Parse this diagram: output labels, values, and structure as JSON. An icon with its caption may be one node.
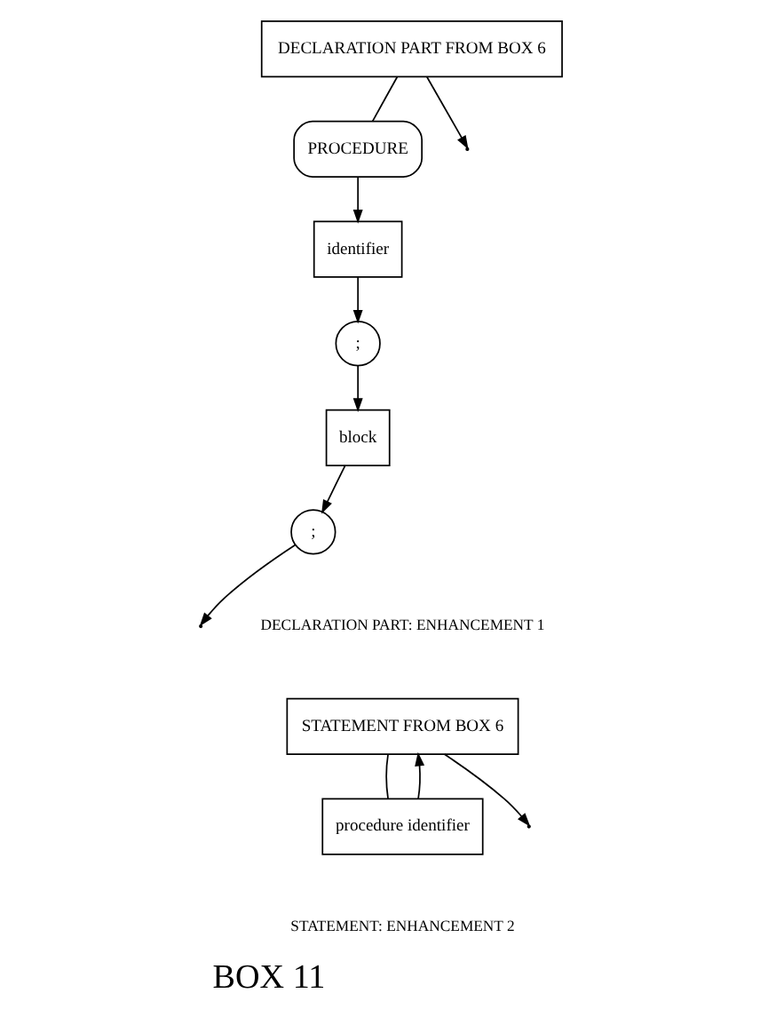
{
  "diagram": {
    "title": "BOX 11",
    "nodes": [
      {
        "text": [
          "DECLARATION PART FROM BOX 6"
        ]
      },
      {
        "text": [
          ";"
        ]
      },
      {
        "text": [
          "block"
        ]
      },
      {
        "text": [
          ";"
        ]
      },
      {
        "text": [
          "PROCEDURE"
        ]
      },
      {
        "text": [
          "identifier"
        ]
      },
      {
        "text": [
          "STATEMENT FROM BOX 6"
        ]
      },
      {
        "text": [
          "procedure identifier"
        ]
      }
    ],
    "edges": [
      {
        "from": 0,
        "to": null,
        "arrow": "to"
      },
      {
        "from": 0,
        "to": 4,
        "arrow": "none"
      },
      {
        "from": 4,
        "to": 5,
        "arrow": "to"
      },
      {
        "from": 5,
        "to": 3,
        "arrow": "to"
      },
      {
        "from": 3,
        "to": 2,
        "arrow": "to"
      },
      {
        "from": 2,
        "to": 1,
        "arrow": "to"
      },
      {
        "from": 1,
        "to": null,
        "arrow": "to"
      },
      {
        "from": 6,
        "to": null,
        "arrow": "to"
      },
      {
        "from": 6,
        "to": 7,
        "arrow": "none"
      },
      {
        "from": 7,
        "to": 6,
        "arrow": "to"
      }
    ],
    "labels": [
      "DECLARATION PART: ENHANCEMENT 1",
      "STATEMENT: ENHANCEMENT 2"
    ]
  }
}
